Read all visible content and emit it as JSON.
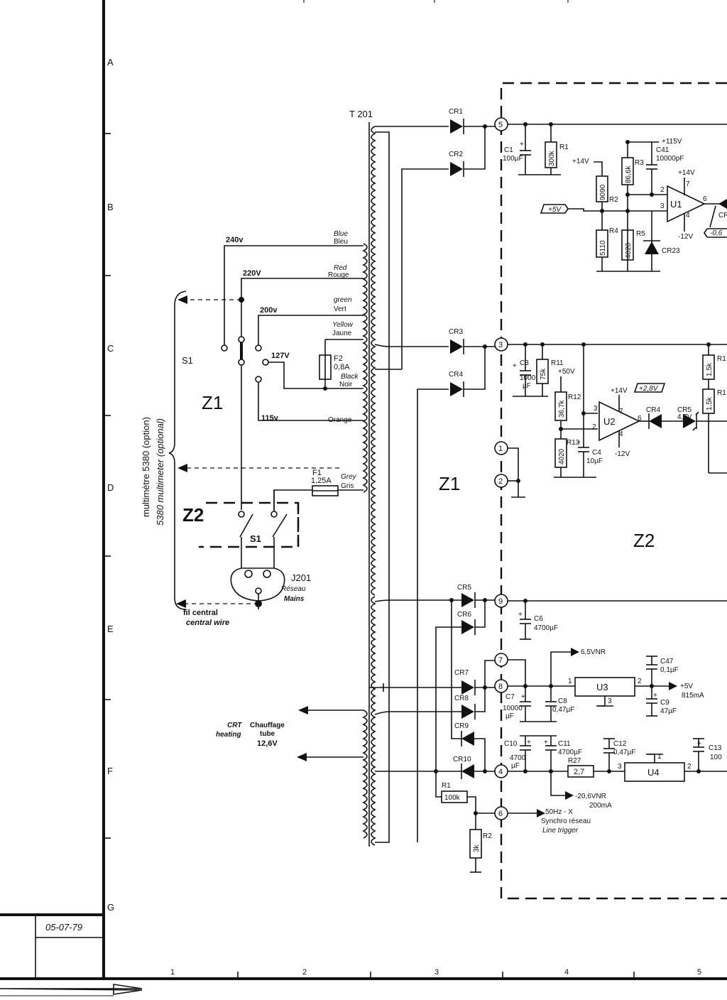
{
  "frame": {
    "rows": [
      "A",
      "B",
      "C",
      "D",
      "E",
      "F",
      "G"
    ],
    "cols": [
      "1",
      "2",
      "3",
      "4",
      "5"
    ],
    "date_stamp": "05-07-79"
  },
  "zones": {
    "z1_left": "Z1",
    "z2_left": "Z2",
    "z1_main": "Z1",
    "z2_main": "Z2"
  },
  "switch": {
    "s1_a": "S1",
    "s1_b": "S1"
  },
  "transformer": {
    "name": "T 201"
  },
  "taps": {
    "v240": "240v",
    "v220": "220V",
    "v200": "200v",
    "v127": "127V",
    "v115": "115v"
  },
  "wires": {
    "blue_en": "Blue",
    "blue_fr": "Bleu",
    "red_en": "Red",
    "red_fr": "Rouge",
    "green_en": "green",
    "green_fr": "Vert",
    "yellow_en": "Yellow",
    "yellow_fr": "Jaune",
    "black_en": "Black",
    "black_fr": "Noir",
    "orange": "Orange",
    "grey_en": "Grey",
    "grey_fr": "Gris"
  },
  "fuses": {
    "f2": "F2",
    "f2_val": "0,8A",
    "f1": "F1",
    "f1_val": "1,25A"
  },
  "multimeter": {
    "fr": "multimètre 5380 (option)",
    "en": "5380 multimeter (optional)"
  },
  "mains": {
    "j201": "J201",
    "reseau": "Réseau",
    "mains": "Mains",
    "wire_fr": "fil central",
    "wire_en": "central wire"
  },
  "crt": {
    "en1": "CRT",
    "en2": "heating",
    "fr1": "Chauffage",
    "fr2": "tube",
    "v": "12,6V"
  },
  "diodes": {
    "cr1": "CR1",
    "cr2": "CR2",
    "cr3": "CR3",
    "cr4": "CR4",
    "cr5": "CR5",
    "cr6": "CR6",
    "cr7": "CR7",
    "cr8": "CR8",
    "cr9": "CR9",
    "cr10": "CR10",
    "cr23": "CR23",
    "cr4b": "CR4",
    "cr5b": "CR5",
    "cr5b_v": "4,7V",
    "cr_cut": "CR"
  },
  "nodes": {
    "n5": "5",
    "n3": "3",
    "n1": "1",
    "n2": "2",
    "n9": "9",
    "n7": "7",
    "n8": "8",
    "n4": "4",
    "n6": "6"
  },
  "caps": {
    "c1": "C1",
    "c1_v": "100µF",
    "c41": "C41",
    "c41_v": "10000pF",
    "c3": "C3",
    "c3_v1": "1000",
    "c3_v2": "µF",
    "c4": "C4",
    "c4_v": "10µF",
    "c6": "C6",
    "c6_v": "4700µF",
    "c47": "C47",
    "c47_v": "0,1µF",
    "c7": "C7",
    "c7_v1": "10000",
    "c7_v2": "µF",
    "c8": "C8",
    "c8_v": "0,47µF",
    "c9": "C9",
    "c9_v": "47µF",
    "c10": "C10",
    "c10_v1": "4700",
    "c10_v2": "µF",
    "c11": "C11",
    "c11_v": "4700µF",
    "c12": "C12",
    "c12_v": "0,47µF",
    "c13": "C13",
    "c13_v": "100"
  },
  "resistors": {
    "r1": "R1",
    "r1_v": "300k",
    "r2": "R2",
    "r2_v": "9090",
    "r3": "R3",
    "r3_v": "86,6k",
    "r4": "R4",
    "r4_v": "5110",
    "r5": "R5",
    "r5_v": "4020",
    "r11": "R11",
    "r11_v": "75k",
    "r12": "R12",
    "r12_v": "36,7k",
    "r13": "R13",
    "r13_v": "4020",
    "rr1": "R1",
    "rr1_v": "1,5k",
    "rr2": "R1",
    "rr2_v": "1,5k",
    "r27": "R27",
    "r27_v": "2,7",
    "lr1": "R1",
    "lr1_v": "100k",
    "lr2": "R2",
    "lr2_v": "3k"
  },
  "ics": {
    "u1": "U1",
    "u2": "U2",
    "u3": "U3",
    "u4": "U4",
    "pin1": "1",
    "pin2": "2",
    "pin3": "3",
    "pin4": "4",
    "pin6": "6",
    "pin7": "7",
    "u3_p1": "1",
    "u3_p2": "2",
    "u3_p3": "3",
    "u4_p1": "1",
    "u4_p2": "2",
    "u4_p3": "3"
  },
  "rails": {
    "p115": "+115V",
    "p14a": "+14V",
    "p14b": "+14V",
    "m12a": "-12V",
    "p14c": "+14V",
    "m12b": "-12V",
    "p5v_box": "+5V",
    "p28_box": "+2,8V",
    "p50": "+50V",
    "m06_box": "-0,6",
    "v65": "6,5VNR",
    "p5v_out": "+5V",
    "p5v_i": "815mA",
    "m206": "-20,6VNR",
    "m206_i": "200mA",
    "sync1": "50Hz - X",
    "sync2": "Synchro réseau",
    "sync3": "Line trigger"
  }
}
